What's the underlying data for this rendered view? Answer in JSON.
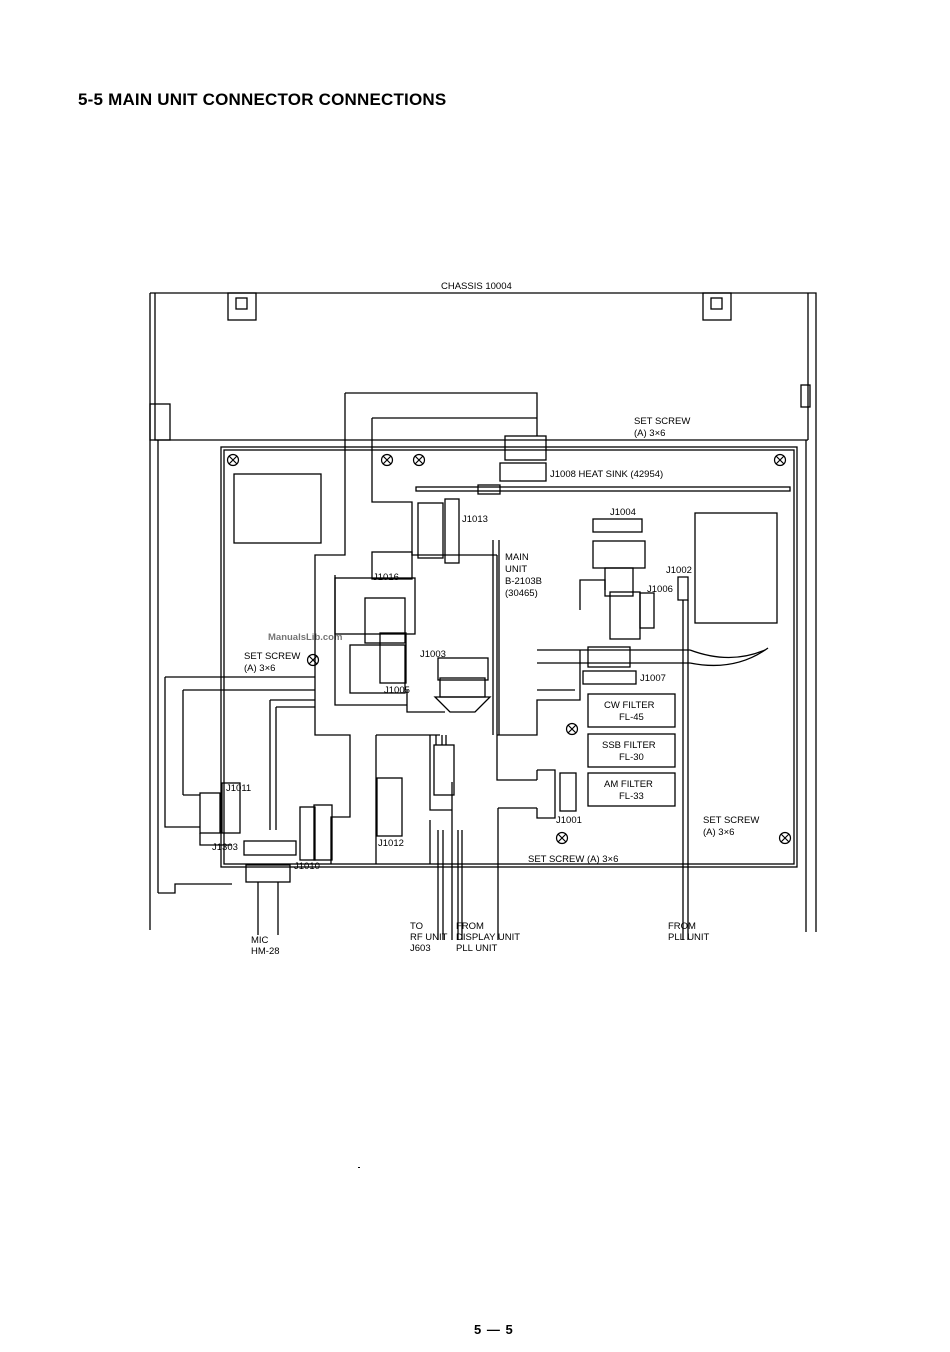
{
  "heading": "5-5  MAIN UNIT CONNECTOR CONNECTIONS",
  "page_number": "5 — 5",
  "watermark": "ManualsLib.com",
  "labels": {
    "chassis": "CHASSIS 10004",
    "set_screw_top": "SET SCREW",
    "set_screw_top_size": "(A) 3×6",
    "set_screw_left": "SET SCREW",
    "set_screw_left_size": "(A) 3×6",
    "set_screw_right": "SET SCREW",
    "set_screw_right_size": "(A) 3×6",
    "set_screw_bottom": "SET SCREW (A) 3×6",
    "j1008": "J1008 HEAT SINK (42954)",
    "j1013": "J1013",
    "main_unit_1": "MAIN",
    "main_unit_2": "UNIT",
    "main_unit_3": "B-2103B",
    "main_unit_4": "(30465)",
    "j1004": "J1004",
    "j1002": "J1002",
    "j1006": "J1006",
    "j1016": "J1016",
    "j1003": "J1003",
    "j1005": "J1005",
    "j1007": "J1007",
    "j1011": "J1011",
    "j1303": "J1303",
    "j1010": "J1010",
    "j1012": "J1012",
    "j1001": "J1001",
    "cw_filter": "CW FILTER",
    "cw_filter_part": "FL-45",
    "ssb_filter": "SSB FILTER",
    "ssb_filter_part": "FL-30",
    "am_filter": "AM FILTER",
    "am_filter_part": "FL-33",
    "mic": "MIC",
    "mic_model": "HM-28",
    "to": "TO",
    "rf_unit": "RF UNIT",
    "j603": "J603",
    "from_display_1": "FROM",
    "from_display_2": "DISPLAY UNIT",
    "from_display_3": "PLL UNIT",
    "from_pll_1": "FROM",
    "from_pll_2": "PLL UNIT"
  }
}
